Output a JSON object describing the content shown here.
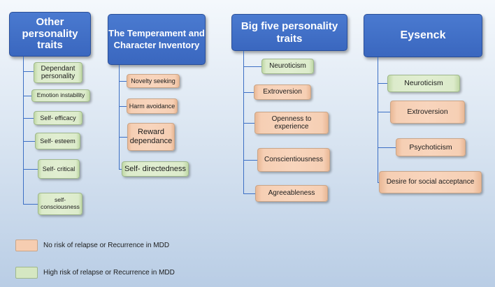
{
  "columns": [
    {
      "title": "Other personality traits",
      "items": [
        {
          "label": "Dependant personality",
          "risk": "high"
        },
        {
          "label": "Emotion instability",
          "risk": "high"
        },
        {
          "label": "Self- efficacy",
          "risk": "high"
        },
        {
          "label": "Self- esteem",
          "risk": "high"
        },
        {
          "label": "Self- critical",
          "risk": "high"
        },
        {
          "label": "self-consciousness",
          "risk": "high"
        }
      ]
    },
    {
      "title": "The Temperament and Character Inventory",
      "items": [
        {
          "label": "Novelty seeking",
          "risk": "none"
        },
        {
          "label": "Harm avoidance",
          "risk": "none"
        },
        {
          "label": "Reward dependance",
          "risk": "none"
        },
        {
          "label": "Self- directedness",
          "risk": "high"
        }
      ]
    },
    {
      "title": "Big five personality traits",
      "items": [
        {
          "label": "Neuroticism",
          "risk": "high"
        },
        {
          "label": "Extroversion",
          "risk": "none"
        },
        {
          "label": "Openness to experience",
          "risk": "none"
        },
        {
          "label": "Conscientiousness",
          "risk": "none"
        },
        {
          "label": "Agreeableness",
          "risk": "none"
        }
      ]
    },
    {
      "title": "Eysenck",
      "items": [
        {
          "label": "Neuroticism",
          "risk": "high"
        },
        {
          "label": "Extroversion",
          "risk": "none"
        },
        {
          "label": "Psychoticism",
          "risk": "none"
        },
        {
          "label": "Desire for social acceptance",
          "risk": "none"
        }
      ]
    }
  ],
  "legend": [
    {
      "label": "No risk of relapse or Recurrence in MDD",
      "color": "#f6cdb1"
    },
    {
      "label": "High risk of relapse or Recurrence in MDD",
      "color": "#d5e7c2"
    }
  ]
}
